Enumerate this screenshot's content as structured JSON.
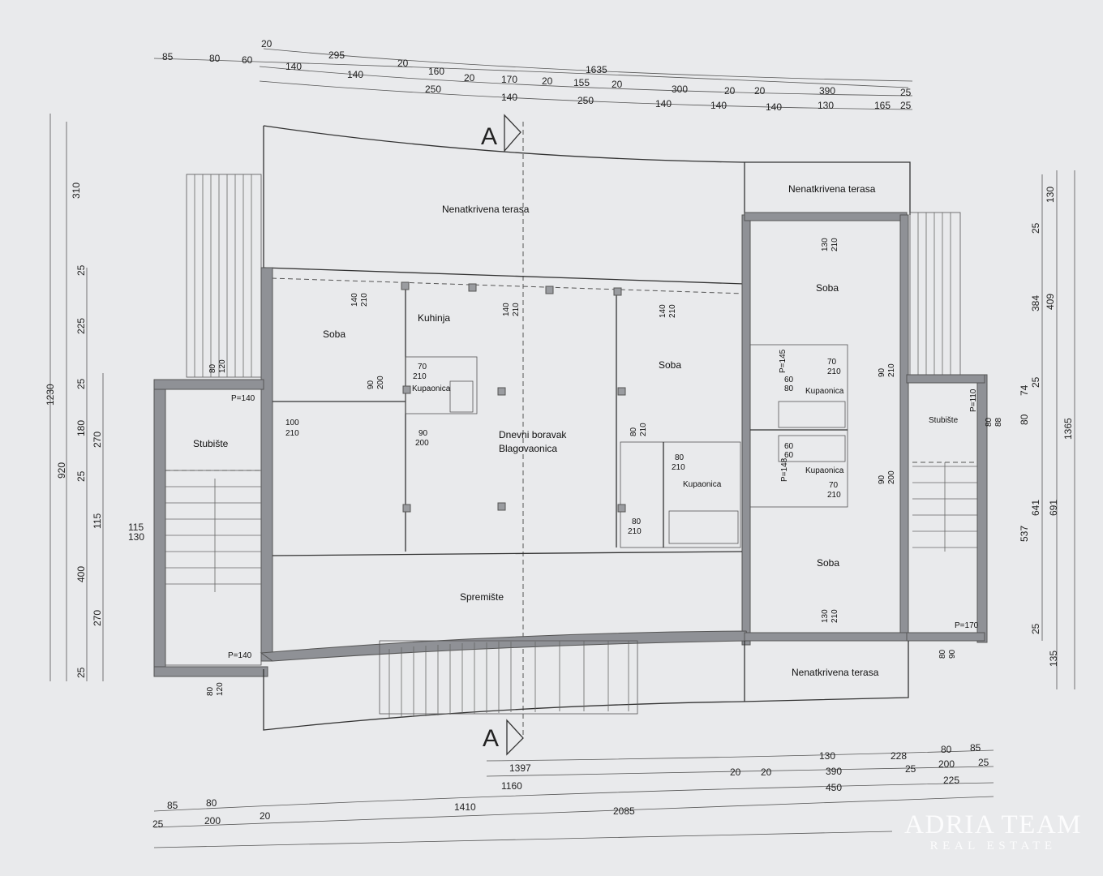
{
  "rooms": {
    "terasa_top": "Nenatkrivena terasa",
    "terasa_right_top": "Nenatkrivena terasa",
    "terasa_bottom": "Nenatkrivena terasa",
    "soba_left": "Soba",
    "kuhinja": "Kuhinja",
    "kupaonica_small": "Kupaonica",
    "dnevni_1": "Dnevni boravak",
    "dnevni_2": "Blagovaonica",
    "soba_mid": "Soba",
    "kupaonica_mid": "Kupaonica",
    "soba_right_top": "Soba",
    "kupaonica_right_1": "Kupaonica",
    "kupaonica_right_2": "Kupaonica",
    "soba_right_bottom": "Soba",
    "stubiste_left": "Stubište",
    "stubiste_right": "Stubište",
    "spremiste": "Spremište"
  },
  "section_marks": {
    "top": "A",
    "bottom": "A"
  },
  "top_dims": {
    "row1": [
      "20"
    ],
    "row2": [
      "85",
      "80",
      "60",
      "295",
      "20",
      "160",
      "20",
      "170",
      "20",
      "155",
      "20",
      "1635"
    ],
    "row3": [
      "140",
      "140",
      "250",
      "140",
      "250",
      "300",
      "20",
      "20",
      "390",
      "25"
    ],
    "row4": [
      "140",
      "140",
      "140",
      "130",
      "165",
      "25"
    ]
  },
  "bottom_dims": {
    "row1": [
      "130",
      "228",
      "80",
      "85"
    ],
    "row2": [
      "1397",
      "20",
      "20",
      "390",
      "25",
      "200",
      "25"
    ],
    "row3": [
      "1160",
      "450",
      "225"
    ],
    "row4": [
      "85",
      "80",
      "1410",
      "2085"
    ],
    "row5": [
      "25",
      "200",
      "20"
    ]
  },
  "left_dims": {
    "outer": [
      "1230"
    ],
    "middle": [
      "310",
      "25",
      "225",
      "25",
      "920",
      "180",
      "25",
      "115",
      "400",
      "270",
      "25"
    ],
    "inner": [
      "270"
    ],
    "window": [
      "115",
      "130"
    ]
  },
  "right_dims": {
    "inner": [
      "130",
      "25",
      "384",
      "25",
      "74",
      "80",
      "537",
      "25"
    ],
    "middle": [
      "409",
      "641",
      "135"
    ],
    "outer": [
      "1365",
      "691"
    ]
  },
  "openings": {
    "o1": [
      "140",
      "210"
    ],
    "o2": [
      "140",
      "210"
    ],
    "o3": [
      "140",
      "210"
    ],
    "o4": [
      "80",
      "120"
    ],
    "o5": [
      "90",
      "200"
    ],
    "o6": [
      "70",
      "210"
    ],
    "o7": [
      "100",
      "210"
    ],
    "o8": [
      "90",
      "200"
    ],
    "o9": [
      "80",
      "210"
    ],
    "o10": [
      "80",
      "210"
    ],
    "o11": [
      "80",
      "210"
    ],
    "o12": [
      "130",
      "210"
    ],
    "o13": [
      "70",
      "210"
    ],
    "o14": [
      "60",
      "80"
    ],
    "o15": [
      "60",
      "60"
    ],
    "o16": [
      "70",
      "210"
    ],
    "o17": [
      "90",
      "210"
    ],
    "o18": [
      "90",
      "200"
    ],
    "o19": [
      "130",
      "210"
    ],
    "o20": [
      "80",
      "120"
    ],
    "o21": [
      "80",
      "90"
    ],
    "o22": [
      "80",
      "88"
    ]
  },
  "parapets": {
    "p1": "P=140",
    "p2": "P=140",
    "p3": "P=110",
    "p4": "P=170",
    "p5": "P=145",
    "p6": "P=148"
  },
  "watermark": {
    "title": "ADRIA TEAM",
    "subtitle": "REAL ESTATE"
  }
}
